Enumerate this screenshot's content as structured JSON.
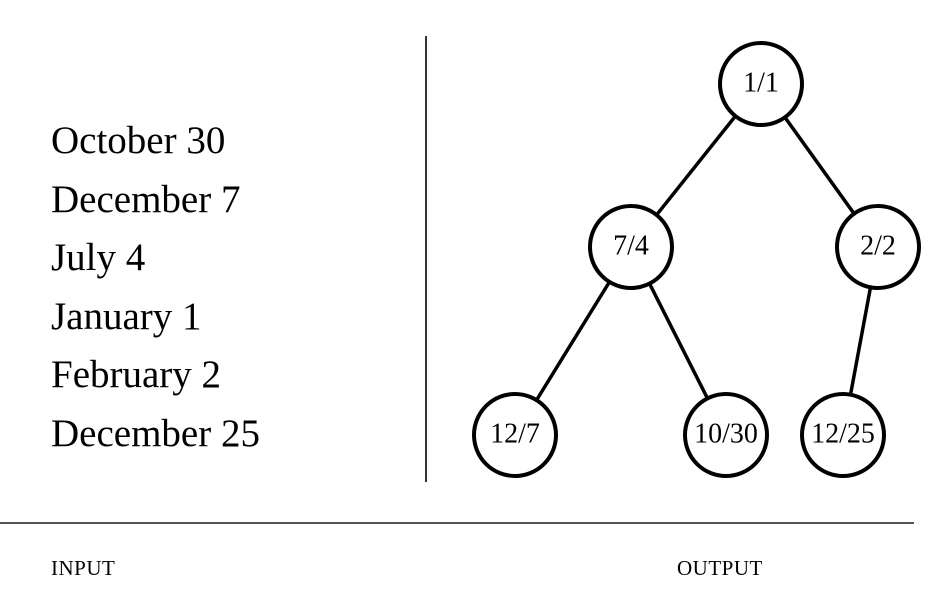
{
  "input": {
    "dates": [
      "October 30",
      "December 7",
      "July 4",
      "January 1",
      "February 2",
      "December 25"
    ],
    "caption": "INPUT"
  },
  "output": {
    "caption": "OUTPUT",
    "tree": {
      "nodes": [
        {
          "id": "n1",
          "label": "1/1"
        },
        {
          "id": "n2",
          "label": "7/4"
        },
        {
          "id": "n3",
          "label": "2/2"
        },
        {
          "id": "n4",
          "label": "12/7"
        },
        {
          "id": "n5",
          "label": "10/30"
        },
        {
          "id": "n6",
          "label": "12/25"
        }
      ],
      "edges": [
        [
          "n1",
          "n2"
        ],
        [
          "n1",
          "n3"
        ],
        [
          "n2",
          "n4"
        ],
        [
          "n2",
          "n5"
        ],
        [
          "n3",
          "n6"
        ]
      ]
    }
  }
}
